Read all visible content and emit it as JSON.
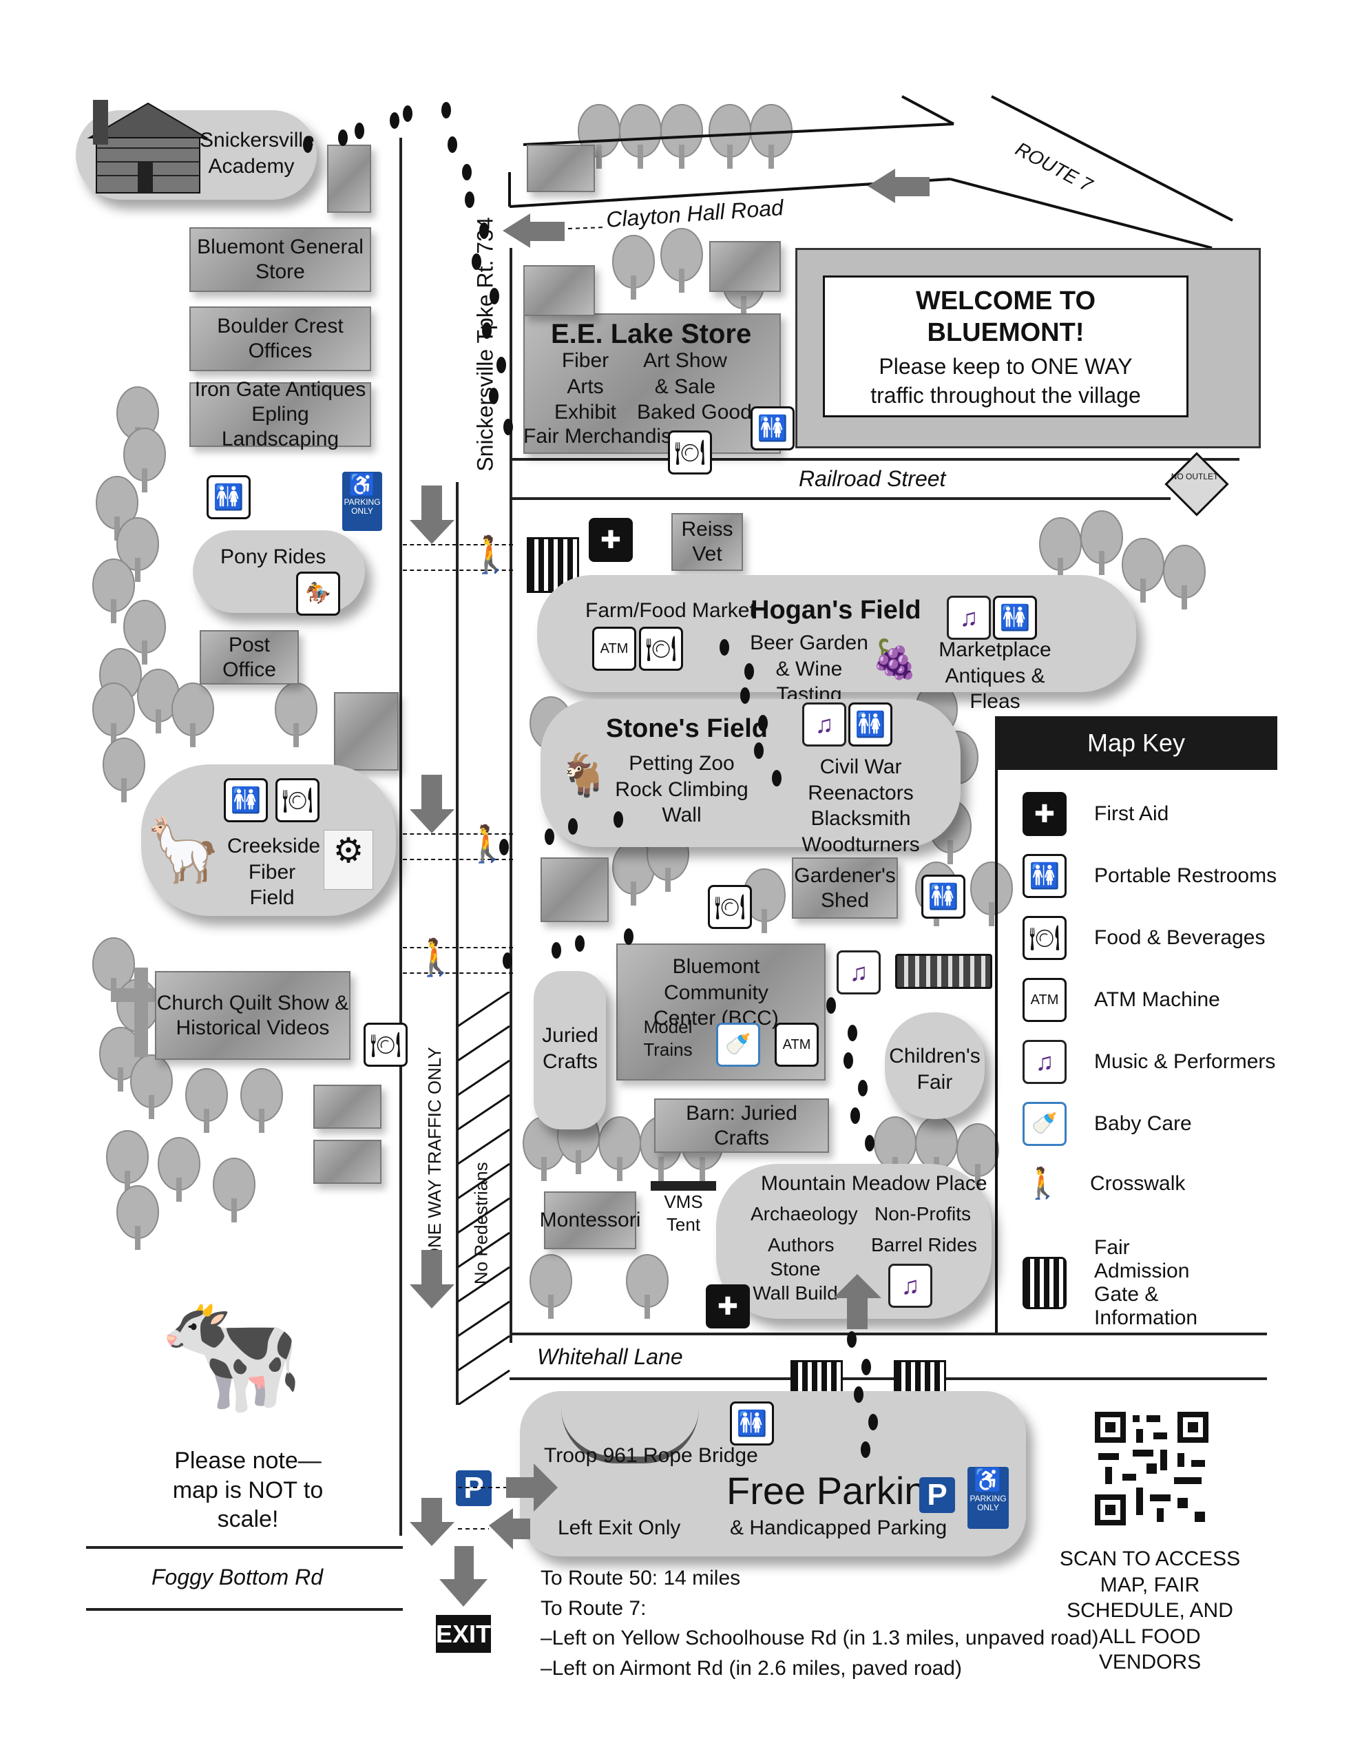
{
  "roads": {
    "route7": "ROUTE 7",
    "clayton_hall": "Clayton Hall Road",
    "snickersville": "Snickersville Tpke Rt. 734",
    "railroad": "Railroad Street",
    "whitehall": "Whitehall Lane",
    "foggy_bottom": "Foggy Bottom Rd",
    "one_way": "ONE WAY TRAFFIC ONLY",
    "no_pedestrians": "No Pedestrians",
    "no_outlet": "NO OUTLET"
  },
  "welcome": {
    "title": "WELCOME TO BLUEMONT!",
    "body": "Please keep to ONE WAY traffic throughout the village"
  },
  "left_side": {
    "academy": "Snickersville Academy",
    "general_store": "Bluemont General Store",
    "boulder_crest": "Boulder Crest Offices",
    "iron_gate": "Iron Gate Antiques Epling Landscaping",
    "pony_rides": "Pony Rides",
    "post_office": "Post Office",
    "creekside": "Creekside Fiber Field",
    "church": "Church Quilt Show & Historical Videos",
    "note": "Please note— map is NOT to scale!",
    "parking_only": "PARKING ONLY"
  },
  "ee_lake": {
    "title": "E.E. Lake Store",
    "fiber_arts": "Fiber Arts Exhibit",
    "art_show": "Art Show & Sale",
    "baked_goods": "Baked Goods",
    "fair_merch": "Fair Merchandise"
  },
  "reiss_vet": "Reiss Vet",
  "hogans_field": {
    "title": "Hogan's Field",
    "farm_market": "Farm/Food Market",
    "beer_garden": "Beer Garden & Wine Tasting",
    "marketplace": "Marketplace Antiques & Fleas"
  },
  "stones_field": {
    "title": "Stone's Field",
    "petting_zoo": "Petting Zoo Rock Climbing Wall",
    "reenactors": "Civil War Reenactors Blacksmith Woodturners"
  },
  "gardeners_shed": "Gardener's Shed",
  "bcc": {
    "title": "Bluemont Community Center (BCC)",
    "model_trains": "Model Trains"
  },
  "juried_crafts": "Juried Crafts",
  "childrens_fair": "Children's Fair",
  "barn": "Barn: Juried Crafts",
  "montessori": "Montessori",
  "vms_tent": "VMS Tent",
  "mountain_meadow": {
    "title": "Mountain Meadow Place",
    "archaeology": "Archaeology",
    "non_profits": "Non-Profits",
    "authors": "Authors",
    "barrel_rides": "Barrel Rides",
    "stone_wall": "Stone Wall Build"
  },
  "parking": {
    "rope_bridge": "Troop 961 Rope Bridge",
    "free_parking": "Free Parking",
    "handicapped": "& Handicapped Parking",
    "left_exit": "Left Exit Only",
    "exit": "EXIT",
    "p": "P",
    "parking_only": "PARKING ONLY"
  },
  "directions": {
    "line1": "To Route 50: 14 miles",
    "line2": "To Route 7:",
    "line3": "–Left on Yellow Schoolhouse Rd (in 1.3 miles, unpaved road)",
    "line4": "–Left on Airmont Rd (in 2.6 miles, paved road)"
  },
  "scan": "SCAN TO ACCESS MAP, FAIR SCHEDULE, AND ALL FOOD VENDORS",
  "map_key": {
    "title": "Map Key",
    "items": [
      {
        "icon": "first-aid-icon",
        "label": "First Aid"
      },
      {
        "icon": "restroom-icon",
        "label": "Portable Restrooms"
      },
      {
        "icon": "food-icon",
        "label": "Food & Beverages"
      },
      {
        "icon": "atm-icon",
        "label": "ATM Machine"
      },
      {
        "icon": "music-icon",
        "label": "Music & Performers"
      },
      {
        "icon": "baby-care-icon",
        "label": "Baby Care"
      },
      {
        "icon": "crosswalk-icon",
        "label": "Crosswalk"
      },
      {
        "icon": "gate-icon",
        "label": "Fair Admission Gate & Information"
      }
    ],
    "atm_label": "ATM"
  },
  "colors": {
    "field_gray": "#cfcfcf",
    "building_gray": "#9a9a9a",
    "music_purple": "#5b2a86",
    "parking_blue": "#1c4f9c",
    "key_header": "#1a1a1a"
  }
}
